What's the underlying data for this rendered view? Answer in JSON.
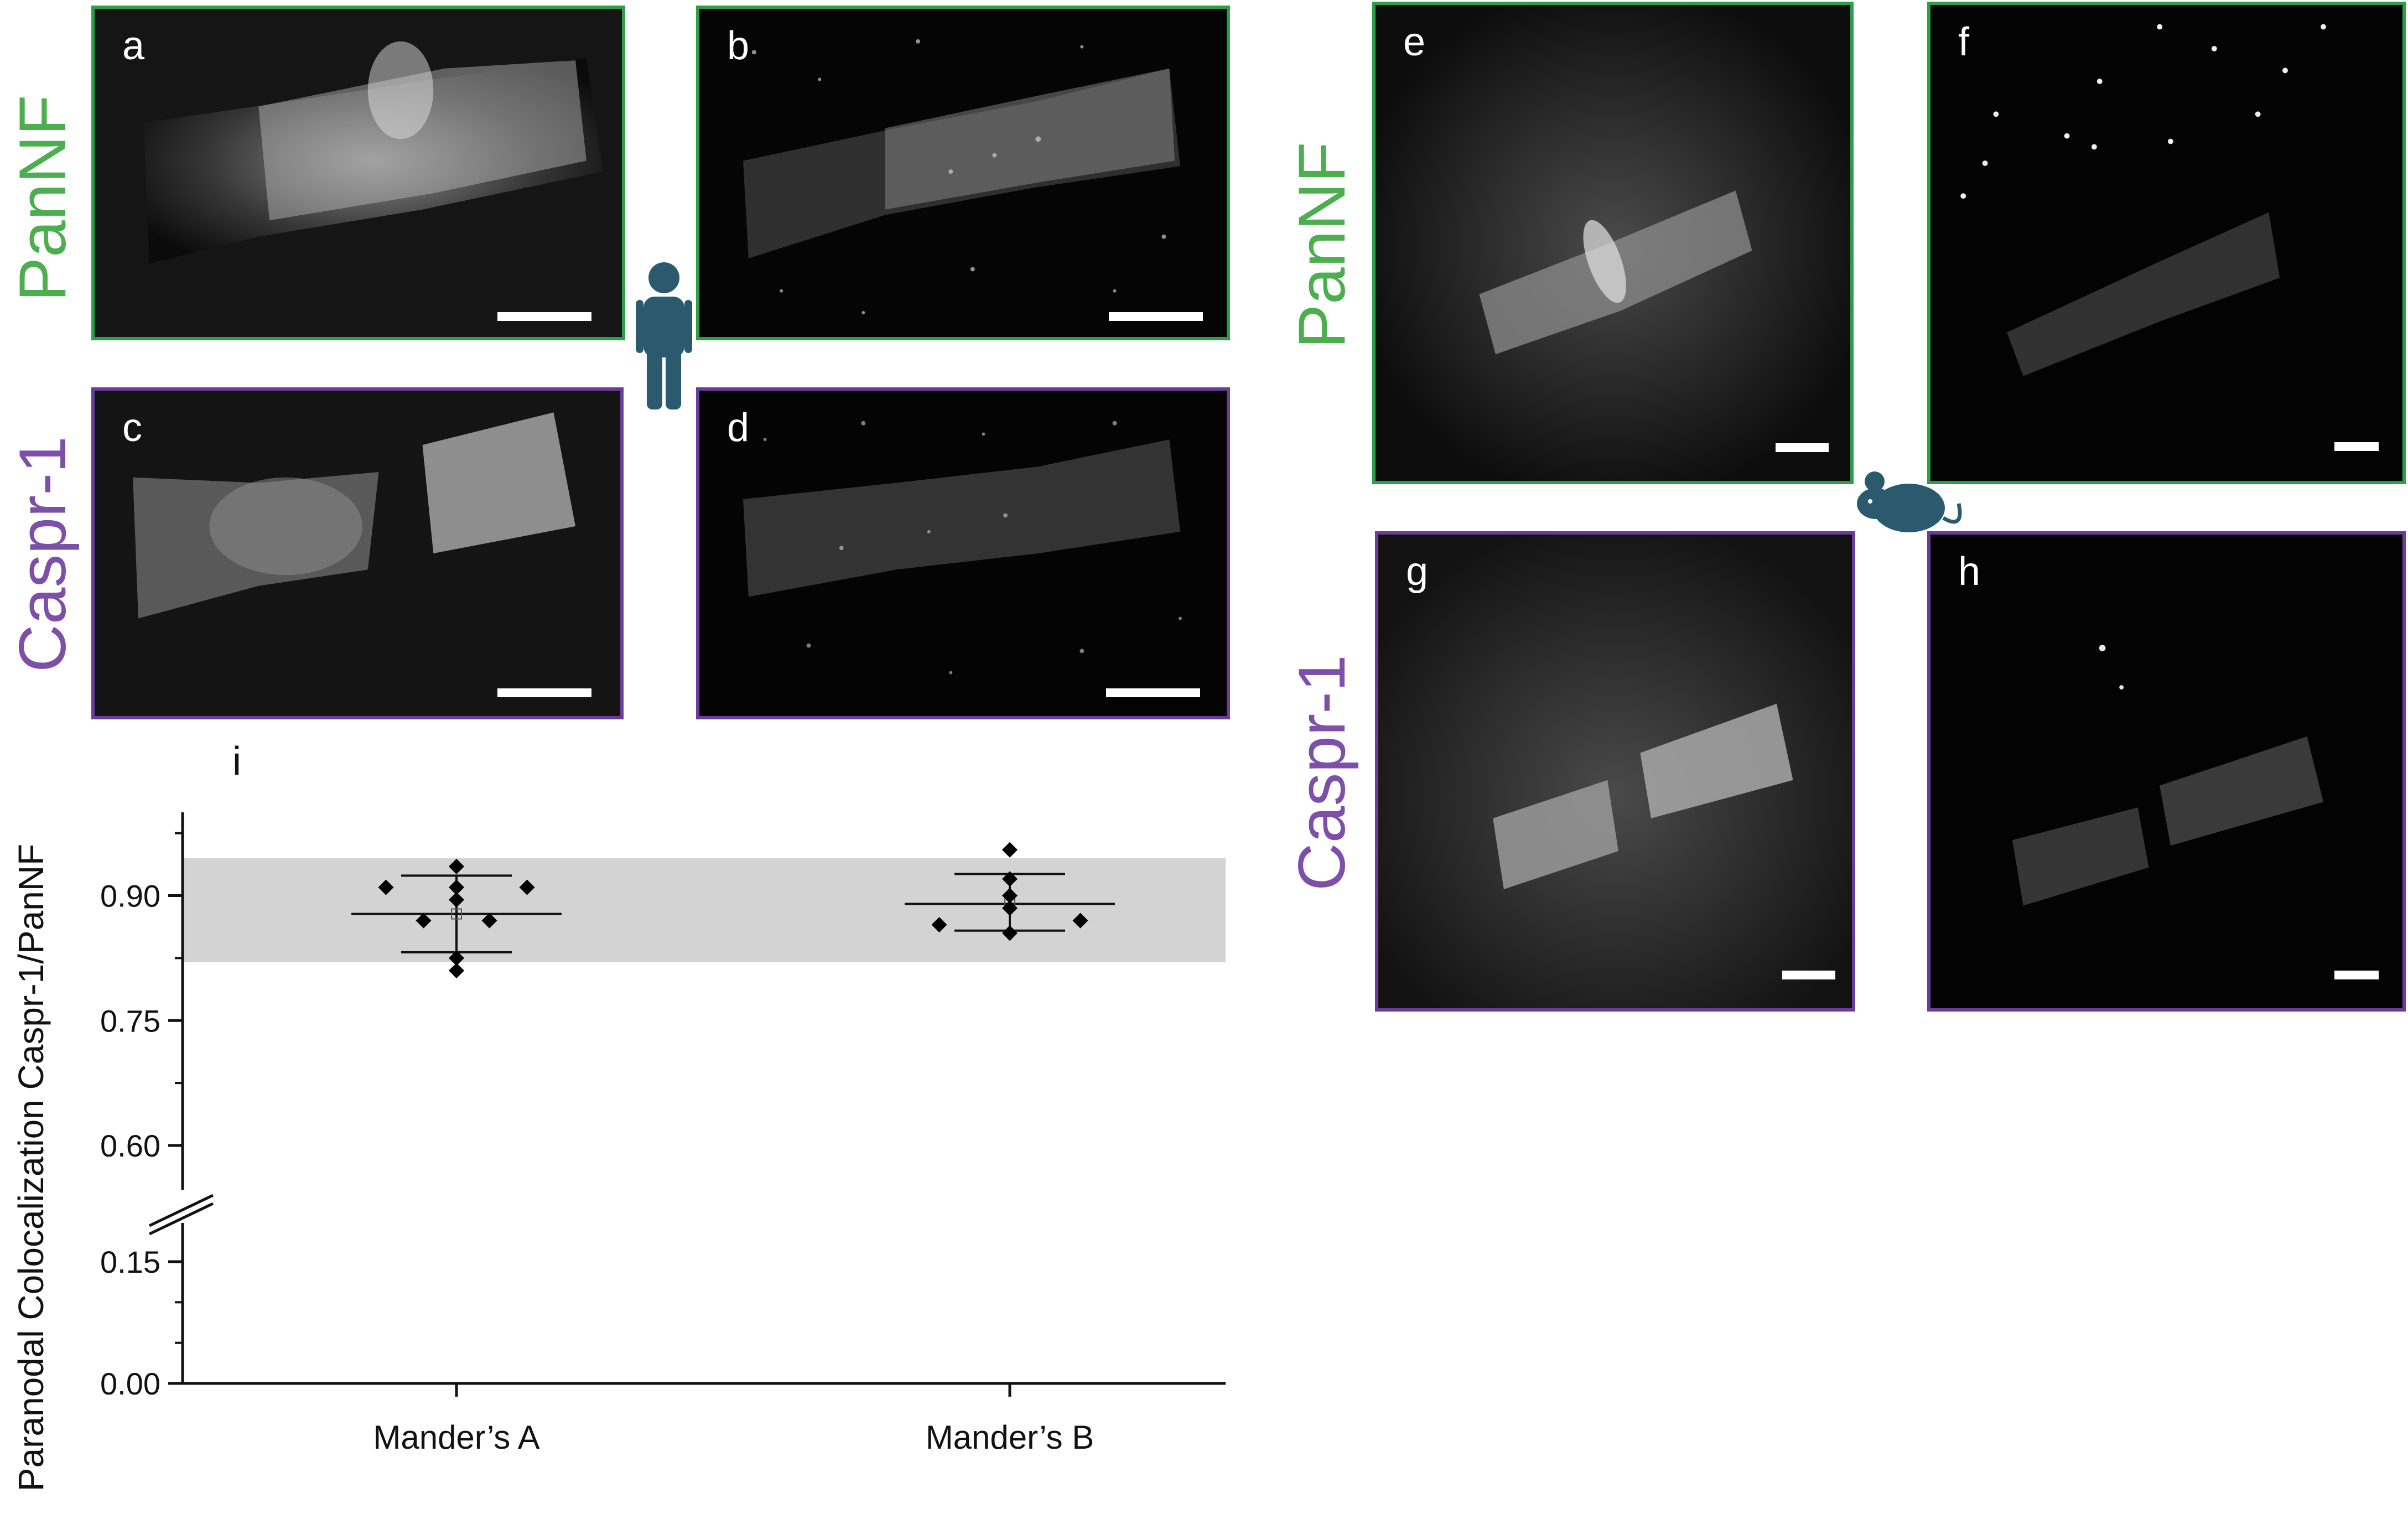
{
  "panels": {
    "a": {
      "label": "a"
    },
    "b": {
      "label": "b"
    },
    "c": {
      "label": "c"
    },
    "d": {
      "label": "d"
    },
    "e": {
      "label": "e"
    },
    "f": {
      "label": "f"
    },
    "g": {
      "label": "g"
    },
    "h": {
      "label": "h"
    }
  },
  "row_labels": {
    "human_top": "PanNF",
    "human_bottom": "Caspr-1",
    "mouse_top": "PanNF",
    "mouse_bottom": "Caspr-1"
  },
  "icons": {
    "human": "person-icon",
    "mouse": "mouse-icon"
  },
  "colors": {
    "pannf": "#4cae4f",
    "caspr": "#7d4fa8",
    "band": "#d3d3d3",
    "icon": "#2b5a6e"
  },
  "chart_data": {
    "type": "scatter",
    "panel_label": "i",
    "title": "",
    "xlabel": "",
    "ylabel": "Paranodal Colocalization Caspr-1/PanNF",
    "categories": [
      "Mander’s A",
      "Mander’s B"
    ],
    "yticks": [
      "0.00",
      "0.15",
      "0.60",
      "0.75",
      "0.90"
    ],
    "y_break": [
      0.15,
      0.6
    ],
    "ylim": [
      0,
      1
    ],
    "shaded_band": [
      0.82,
      0.945
    ],
    "series": [
      {
        "category": "Mander’s A",
        "points": [
          {
            "dx": 0,
            "y": 0.935
          },
          {
            "dx": -1.5,
            "y": 0.91
          },
          {
            "dx": 1.5,
            "y": 0.91
          },
          {
            "dx": 0,
            "y": 0.91
          },
          {
            "dx": 0,
            "y": 0.895
          },
          {
            "dx": -0.7,
            "y": 0.87
          },
          {
            "dx": 0.7,
            "y": 0.87
          },
          {
            "dx": 0,
            "y": 0.825
          },
          {
            "dx": 0,
            "y": 0.81
          }
        ],
        "mean": 0.878,
        "sd_low": 0.832,
        "sd_high": 0.924
      },
      {
        "category": "Mander’s B",
        "points": [
          {
            "dx": 0,
            "y": 0.955
          },
          {
            "dx": 0,
            "y": 0.92
          },
          {
            "dx": 0,
            "y": 0.9
          },
          {
            "dx": 0,
            "y": 0.885
          },
          {
            "dx": -1.5,
            "y": 0.865
          },
          {
            "dx": 1.5,
            "y": 0.87
          },
          {
            "dx": 0,
            "y": 0.855
          }
        ],
        "mean": 0.89,
        "sd_low": 0.858,
        "sd_high": 0.926
      }
    ]
  }
}
